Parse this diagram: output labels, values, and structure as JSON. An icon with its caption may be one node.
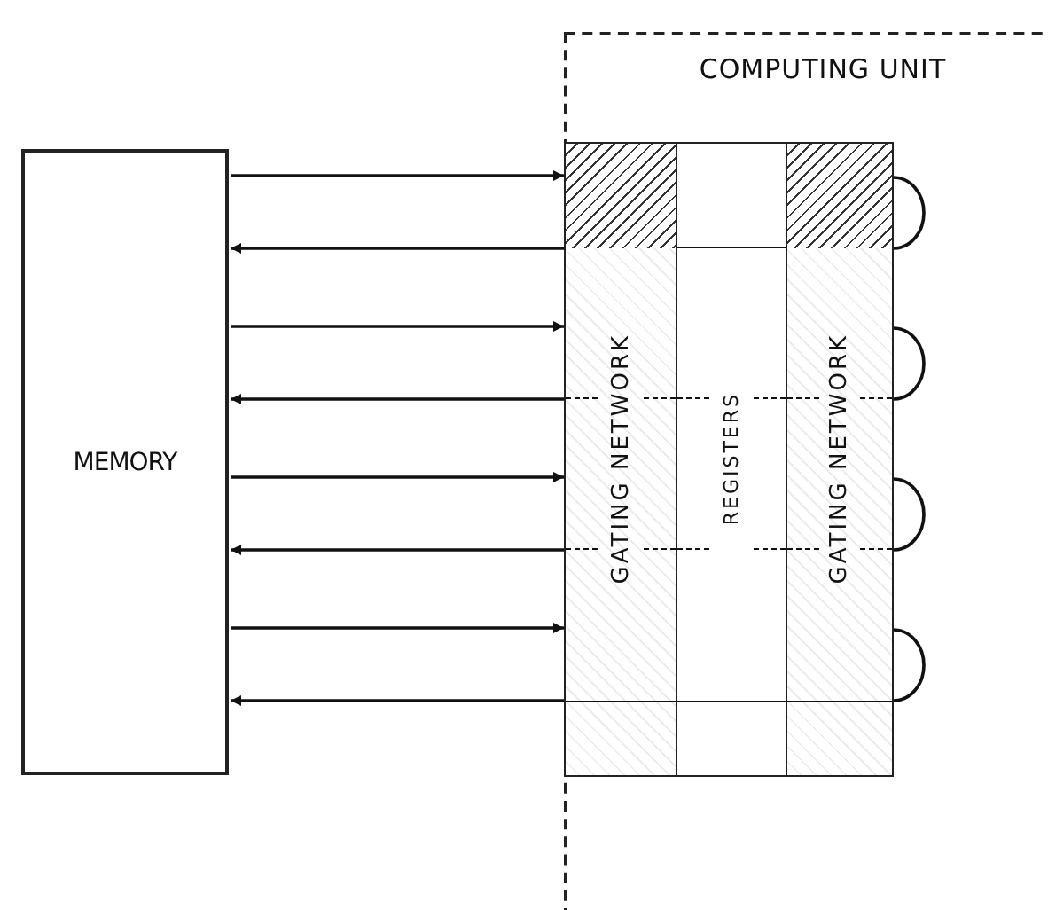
{
  "diagram": {
    "nodes": [
      {
        "text": [
          "MEMORY"
        ]
      },
      {
        "text": [
          "COMPUTING UNIT"
        ]
      },
      {
        "text": [
          "GATING NETWORK"
        ],
        "in": 1
      },
      {
        "text": [
          "REGISTERS"
        ],
        "in": 1
      },
      {
        "text": [
          "GATING NETWORK"
        ],
        "in": 1
      }
    ],
    "edges": [
      {
        "from": 0,
        "to": 2,
        "arrow": "to"
      },
      {
        "from": 2,
        "to": 0,
        "arrow": "to"
      },
      {
        "from": 0,
        "to": 2,
        "arrow": "to"
      },
      {
        "from": 2,
        "to": 0,
        "arrow": "to"
      },
      {
        "from": 0,
        "to": 2,
        "arrow": "to"
      },
      {
        "from": 2,
        "to": 0,
        "arrow": "to"
      },
      {
        "from": 0,
        "to": 2,
        "arrow": "to"
      },
      {
        "from": 2,
        "to": 0,
        "arrow": "to"
      }
    ]
  }
}
